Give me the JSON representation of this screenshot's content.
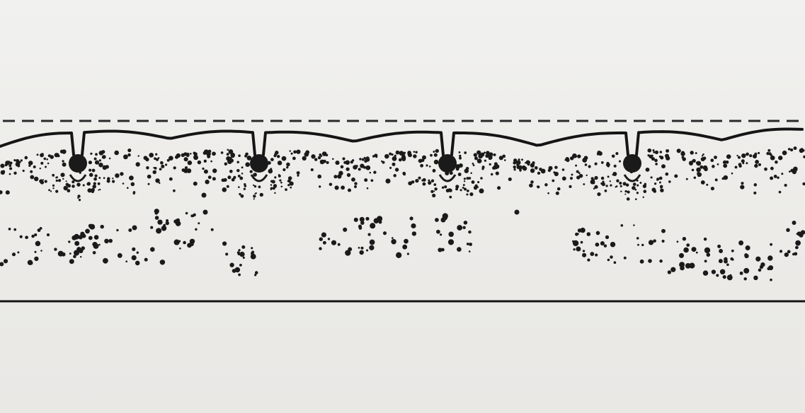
{
  "figure": {
    "labels": [],
    "colors": {
      "background": "#eeeeec",
      "ink": "#1a1a1a",
      "dash_line": "#2a2a2a"
    },
    "elements": [
      "top-dashed-line",
      "wavy-surface-line",
      "glands-or-cells",
      "speckled-upper-layer",
      "scattered-lower-clusters",
      "bottom-solid-line"
    ],
    "structure_count": 4
  }
}
